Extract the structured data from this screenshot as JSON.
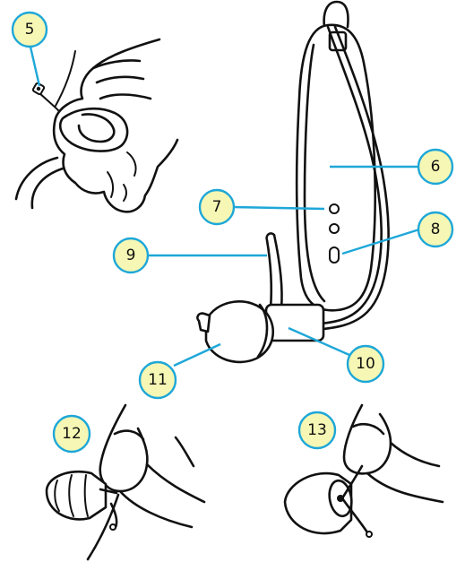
{
  "callouts": [
    {
      "id": "5",
      "label": "5"
    },
    {
      "id": "6",
      "label": "6"
    },
    {
      "id": "7",
      "label": "7"
    },
    {
      "id": "8",
      "label": "8"
    },
    {
      "id": "9",
      "label": "9"
    },
    {
      "id": "10",
      "label": "10"
    },
    {
      "id": "11",
      "label": "11"
    },
    {
      "id": "12",
      "label": "12"
    },
    {
      "id": "13",
      "label": "13"
    }
  ],
  "colors": {
    "callout_fill": "#f6f7b4",
    "callout_stroke": "#1ea7d8",
    "leader": "#1ea7d8",
    "ink": "#111111"
  }
}
